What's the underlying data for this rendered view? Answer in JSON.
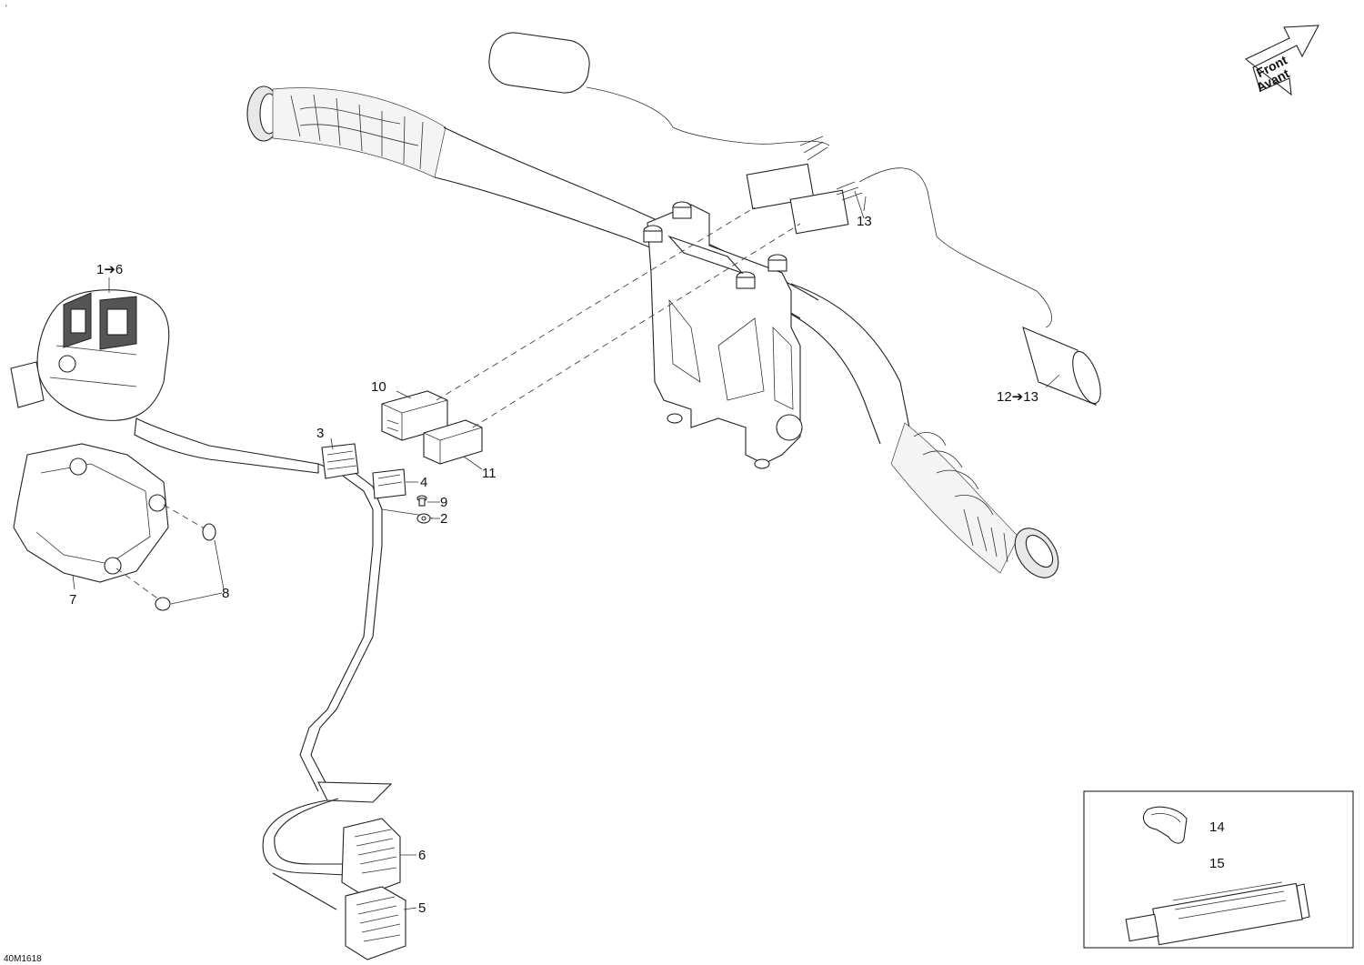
{
  "figure_code": "40M1618",
  "tick_mark": "'",
  "front_arrow": {
    "line1": "Front",
    "line2": "Avant"
  },
  "callouts": [
    {
      "id": "c-1-6",
      "text": "1➔6"
    },
    {
      "id": "c-2",
      "text": "2"
    },
    {
      "id": "c-3",
      "text": "3"
    },
    {
      "id": "c-4",
      "text": "4"
    },
    {
      "id": "c-5",
      "text": "5"
    },
    {
      "id": "c-6",
      "text": "6"
    },
    {
      "id": "c-7",
      "text": "7"
    },
    {
      "id": "c-8",
      "text": "8"
    },
    {
      "id": "c-9",
      "text": "9"
    },
    {
      "id": "c-10",
      "text": "10"
    },
    {
      "id": "c-11",
      "text": "11"
    },
    {
      "id": "c-12-13",
      "text": "12➔13"
    },
    {
      "id": "c-13",
      "text": "13"
    },
    {
      "id": "c-14",
      "text": "14"
    },
    {
      "id": "c-15",
      "text": "15"
    }
  ]
}
